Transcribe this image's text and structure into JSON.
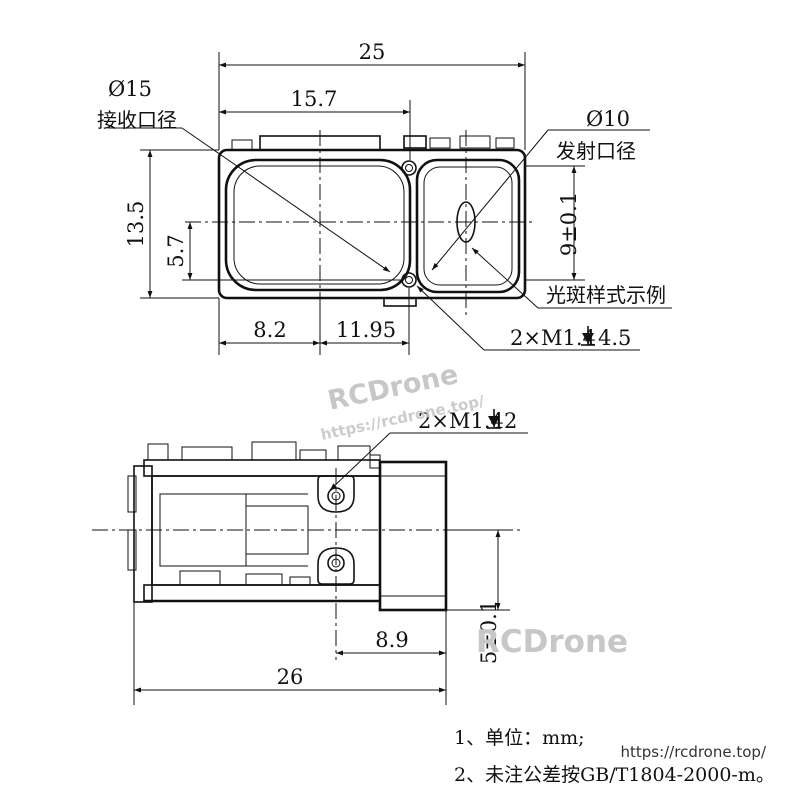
{
  "top_view": {
    "dim_total_width": "25",
    "dim_receive_width": "15.7",
    "receive_diameter": "Ø15",
    "receive_label": "接收口径",
    "emit_diameter": "Ø10",
    "emit_label": "发射口径",
    "dim_height": "13.5",
    "dim_hole_height": "5.7",
    "dim_emit_height": "9±0.1",
    "dim_left_offset": "8.2",
    "dim_hole_spacing": "11.95",
    "spot_label": "光斑样式示例",
    "screw_top": "2×M1.4",
    "screw_top_depth": "4.5"
  },
  "side_view": {
    "screw_side": "2×M1.4",
    "screw_side_depth": "2",
    "dim_depth": "8.9",
    "dim_total_length": "26",
    "dim_axis_height": "5±0.1"
  },
  "notes": [
    "1、单位：mm;",
    "2、未注公差按GB/T1804-2000-m。"
  ],
  "watermarks": {
    "brand": "RCDrone",
    "brand_url": "https://rcdrone.top/",
    "footer_url": "https://rcdrone.top/"
  },
  "colors": {
    "line": "#111111",
    "watermark": "#c7c7c7"
  }
}
